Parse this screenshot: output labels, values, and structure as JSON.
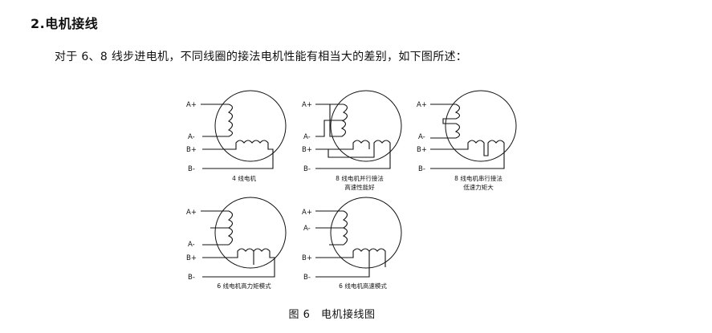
{
  "section_heading": "2.电机接线",
  "paragraph": "对于 6、8 线步进电机，不同线圈的接法电机性能有相当大的差别，如下图所述：",
  "figure_caption": "图 6　电机接线图",
  "diagrams": [
    {
      "terminals": [
        "A+",
        "A-",
        "B+",
        "B-"
      ],
      "caption_lines": [
        "4 线电机"
      ]
    },
    {
      "terminals": [
        "A+",
        "A-",
        "B+",
        "B-"
      ],
      "caption_lines": [
        "8 线电机并行接法",
        "高速性能好"
      ]
    },
    {
      "terminals": [
        "A+",
        "A-",
        "B+",
        "B-"
      ],
      "caption_lines": [
        "8 线电机串行接法",
        "低速力矩大"
      ]
    },
    {
      "terminals": [
        "A+",
        "A-",
        "B+",
        "B-"
      ],
      "caption_lines": [
        "6 线电机高力矩模式"
      ]
    },
    {
      "terminals": [
        "A+",
        "A-",
        "B+",
        "B-"
      ],
      "caption_lines": [
        "6 线电机高速模式"
      ]
    }
  ]
}
